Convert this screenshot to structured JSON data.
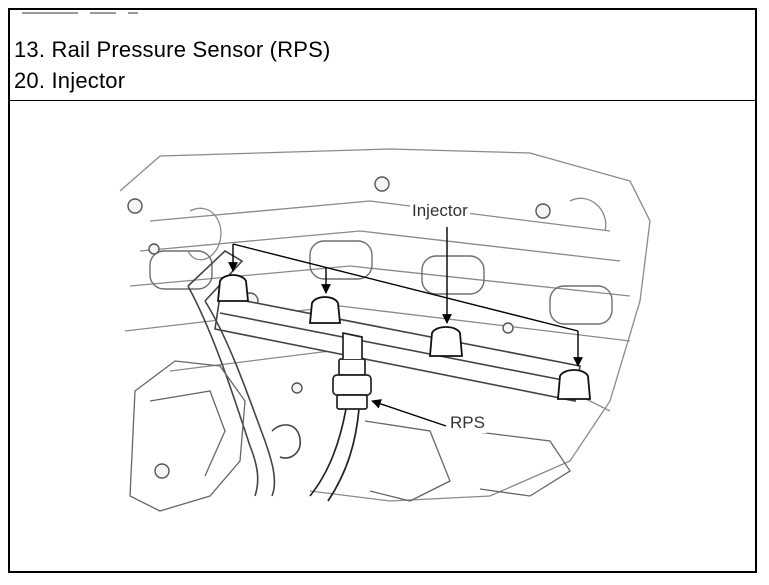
{
  "legend": {
    "items": [
      {
        "number": "13.",
        "name": "Rail Pressure Sensor (RPS)",
        "label": "13. Rail Pressure Sensor (RPS)"
      },
      {
        "number": "20.",
        "name": "Injector",
        "label": "20. Injector"
      }
    ]
  },
  "figure": {
    "callouts": {
      "injector": "Injector",
      "rps": "RPS"
    }
  },
  "colors": {
    "line": "#000000",
    "drawing": "#555555",
    "background": "#ffffff"
  }
}
